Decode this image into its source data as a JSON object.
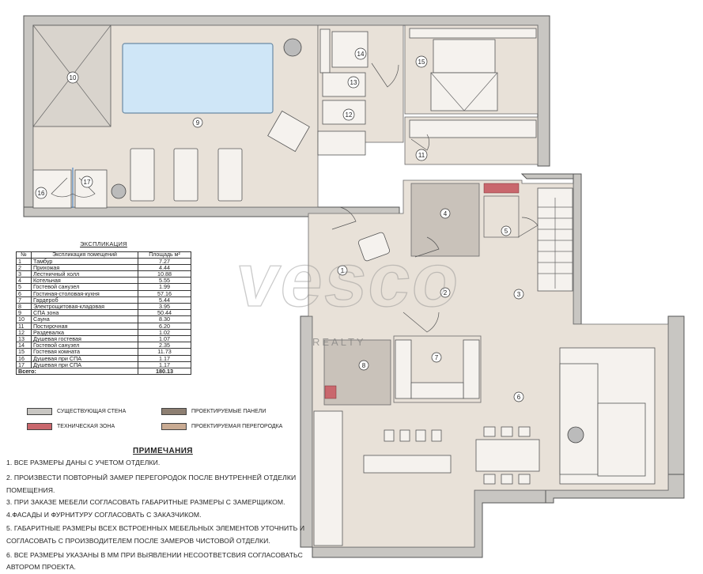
{
  "watermark": {
    "brand": "vesco",
    "sub": "REALTY"
  },
  "explication": {
    "title": "ЭКСПЛИКАЦИЯ",
    "headers": [
      "№",
      "Экспликация помещений",
      "Площадь м²"
    ],
    "rows": [
      [
        "1",
        "Тамбур",
        "7.27"
      ],
      [
        "2",
        "Прихожая",
        "4.44"
      ],
      [
        "3",
        "Лестничный холл",
        "10.88"
      ],
      [
        "4",
        "Котельная",
        "5.55"
      ],
      [
        "5",
        "Гостевой санузел",
        "1.99"
      ],
      [
        "6",
        "Гостиная-столовая-кухня",
        "57.16"
      ],
      [
        "7",
        "Гардероб",
        "5.44"
      ],
      [
        "8",
        "Электрощитовая-кладовая",
        "3.95"
      ],
      [
        "9",
        "СПА зона",
        "50.44"
      ],
      [
        "10",
        "Сауна",
        "8.30"
      ],
      [
        "11",
        "Постирочная",
        "6.20"
      ],
      [
        "12",
        "Раздевалка",
        "1.02"
      ],
      [
        "13",
        "Душевая гостевая",
        "1.07"
      ],
      [
        "14",
        "Гостевой санузел",
        "2.35"
      ],
      [
        "15",
        "Гостевая комната",
        "11.73"
      ],
      [
        "16",
        "Душевая при СПА",
        "1.17"
      ],
      [
        "17",
        "Душевая при СПА",
        "1.17"
      ]
    ],
    "total_label": "Всего:",
    "total_value": "180.13"
  },
  "legend": {
    "existing_wall": "СУЩЕСТВУЮЩАЯ СТЕНА",
    "tech_zone": "ТЕХНИЧЕСКАЯ ЗОНА",
    "panels": "ПРОЕКТИРУЕМЫЕ ПАНЕЛИ",
    "partition": "ПРОЕКТИРУЕМАЯ ПЕРЕГОРОДКА",
    "colors": {
      "existing_wall": "#c8c6c2",
      "tech_zone": "#c9676d",
      "panels": "#8d7f72",
      "partition": "#c9ab93"
    }
  },
  "notes": {
    "title": "ПРИМЕЧАНИЯ",
    "lines": [
      "1. ВСЕ РАЗМЕРЫ ДАНЫ С УЧЕТОМ ОТДЕЛКИ.",
      "2. ПРОИЗВЕСТИ ПОВТОРНЫЙ ЗАМЕР ПЕРЕГОРОДОК ПОСЛЕ ВНУТРЕННЕЙ ОТДЕЛКИ",
      "ПОМЕЩЕНИЯ.",
      "3. ПРИ ЗАКАЗЕ МЕБЕЛИ СОГЛАСОВАТЬ ГАБАРИТНЫЕ РАЗМЕРЫ С ЗАМЕРЩИКОМ.",
      "4.ФАСАДЫ И ФУРНИТУРУ СОГЛАСОВАТЬ С ЗАКАЗЧИКОМ.",
      "5. ГАБАРИТНЫЕ РАЗМЕРЫ ВСЕХ ВСТРОЕННЫХ МЕБЕЛЬНЫХ ЭЛЕМЕНТОВ УТОЧНИТЬ И",
      "СОГЛАСОВАТЬ С ПРОИЗВОДИТЕЛЕМ ПОСЛЕ ЗАМЕРОВ ЧИСТОВОЙ ОТДЕЛКИ.",
      "6. ВСЕ РАЗМЕРЫ УКАЗАНЫ В ММ ПРИ ВЫЯВЛЕНИИ НЕСООТВЕТСВИЯ СОГЛАСОВАТЬС",
      "АВТОРОМ ПРОЕКТА."
    ]
  },
  "rooms": [
    {
      "num": "1"
    },
    {
      "num": "2"
    },
    {
      "num": "3"
    },
    {
      "num": "4"
    },
    {
      "num": "5"
    },
    {
      "num": "6"
    },
    {
      "num": "7"
    },
    {
      "num": "8"
    },
    {
      "num": "9"
    },
    {
      "num": "10"
    },
    {
      "num": "11"
    },
    {
      "num": "12"
    },
    {
      "num": "13"
    },
    {
      "num": "14"
    },
    {
      "num": "15"
    },
    {
      "num": "16"
    },
    {
      "num": "17"
    }
  ]
}
